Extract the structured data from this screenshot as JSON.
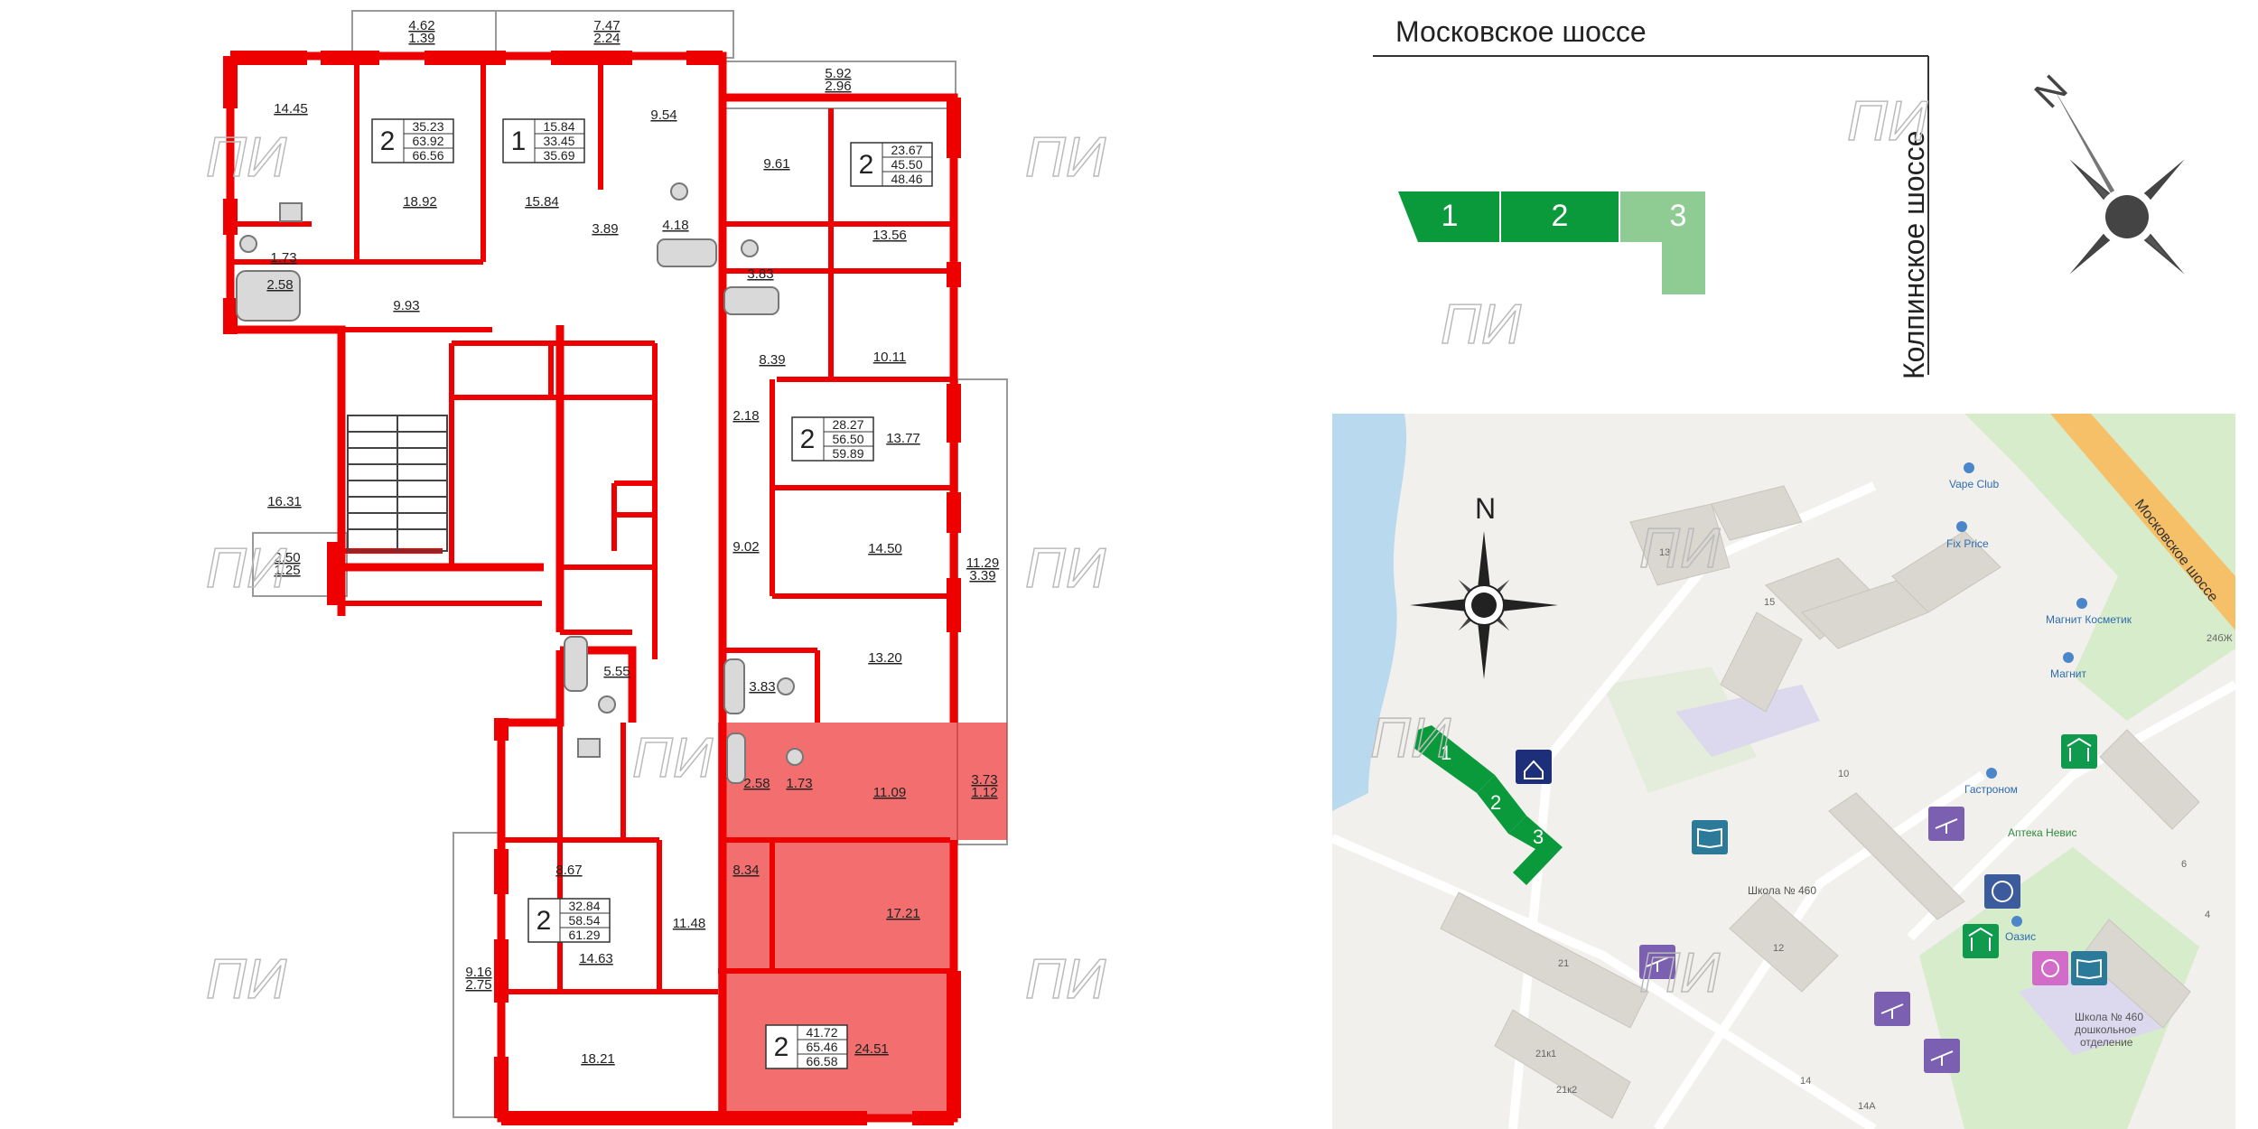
{
  "plan": {
    "room_areas": [
      "14.45",
      "18.92",
      "15.84",
      "9.54",
      "3.89",
      "4.18",
      "1.73",
      "2.58",
      "9.93",
      "16.31",
      "9.61",
      "13.56",
      "3.83",
      "8.39",
      "10.11",
      "2.18",
      "13.77",
      "9.02",
      "14.50",
      "13.20",
      "3.83",
      "2.58",
      "1.73",
      "11.09",
      "8.34",
      "17.21",
      "24.51",
      "5.55",
      "8.67",
      "11.48",
      "14.63",
      "18.21"
    ],
    "balconies": [
      {
        "area": "4.62",
        "reduced": "1.39"
      },
      {
        "area": "7.47",
        "reduced": "2.24"
      },
      {
        "area": "5.92",
        "reduced": "2.96"
      },
      {
        "area": "2.50",
        "reduced": "1.25"
      },
      {
        "area": "11.29",
        "reduced": "3.39"
      },
      {
        "area": "3.73",
        "reduced": "1.12"
      },
      {
        "area": "9.16",
        "reduced": "2.75"
      }
    ],
    "apartments": [
      {
        "rooms": "2",
        "living": "35.23",
        "total": "63.92",
        "total_with_balcony": "66.56"
      },
      {
        "rooms": "1",
        "living": "15.84",
        "total": "33.45",
        "total_with_balcony": "35.69"
      },
      {
        "rooms": "2",
        "living": "23.67",
        "total": "45.50",
        "total_with_balcony": "48.46"
      },
      {
        "rooms": "2",
        "living": "28.27",
        "total": "56.50",
        "total_with_balcony": "59.89"
      },
      {
        "rooms": "2",
        "living": "32.84",
        "total": "58.54",
        "total_with_balcony": "61.29"
      },
      {
        "rooms": "2",
        "living": "41.72",
        "total": "65.46",
        "total_with_balcony": "66.58"
      }
    ],
    "highlight_color": "#ee2b2b"
  },
  "keymap": {
    "road_top": "Московское шоссе",
    "road_side": "Колпинское шоссе",
    "sections": [
      "1",
      "2",
      "3"
    ],
    "compass_letter": "N",
    "colors": {
      "section_dark": "#0a9a3c",
      "section_light": "#8fcc94"
    }
  },
  "sitemap": {
    "compass_letter": "N",
    "road_label": "Московское шоссе",
    "sections": [
      "1",
      "2",
      "3"
    ],
    "pois": {
      "vape": "Vape Club",
      "fixprice": "Fix Price",
      "magnit_kosmetik": "Магнит Косметик",
      "magnit": "Магнит",
      "gastronom": "Гастроном",
      "apteka": "Аптека Невис",
      "school": "Школа № 460",
      "oasis": "Оазис",
      "preschool_line1": "Школа № 460",
      "preschool_line2": "дошкольное",
      "preschool_line3": "отделение"
    },
    "house_numbers": [
      "13",
      "15",
      "10",
      "12",
      "21",
      "6",
      "4",
      "21к1",
      "21к2",
      "14",
      "14А",
      "24бЖ"
    ]
  },
  "watermark": "ПИ"
}
